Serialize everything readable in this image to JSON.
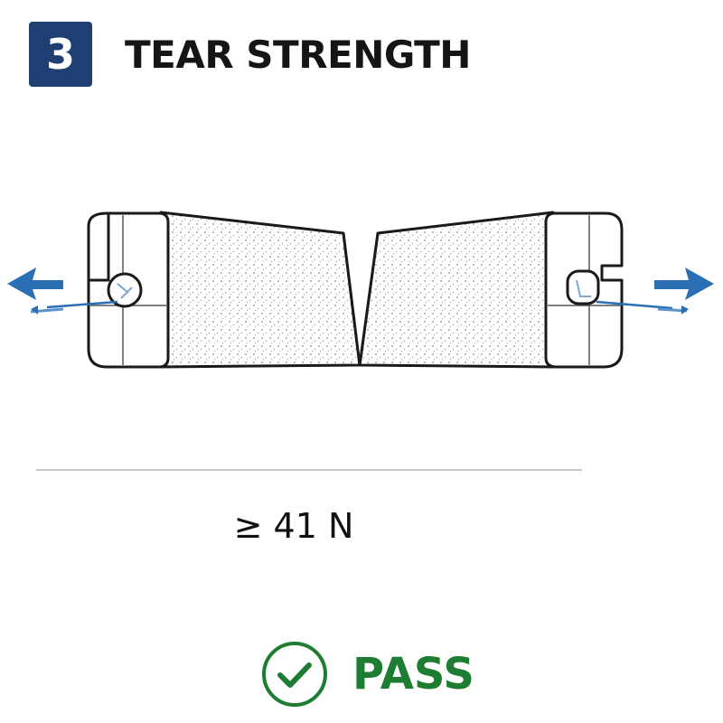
{
  "header": {
    "step_number": "3",
    "title": "TEAR STRENGTH"
  },
  "result": {
    "value": "≥ 41 N"
  },
  "verdict": {
    "label": "PASS"
  },
  "colors": {
    "badge": "#1f3f73",
    "pass_green": "#1e7d32",
    "arrow_blue": "#2a6fb3",
    "outline": "#1a1a1a"
  },
  "icons": [
    "left-arrow-icon",
    "right-arrow-icon",
    "check-circle-icon"
  ]
}
